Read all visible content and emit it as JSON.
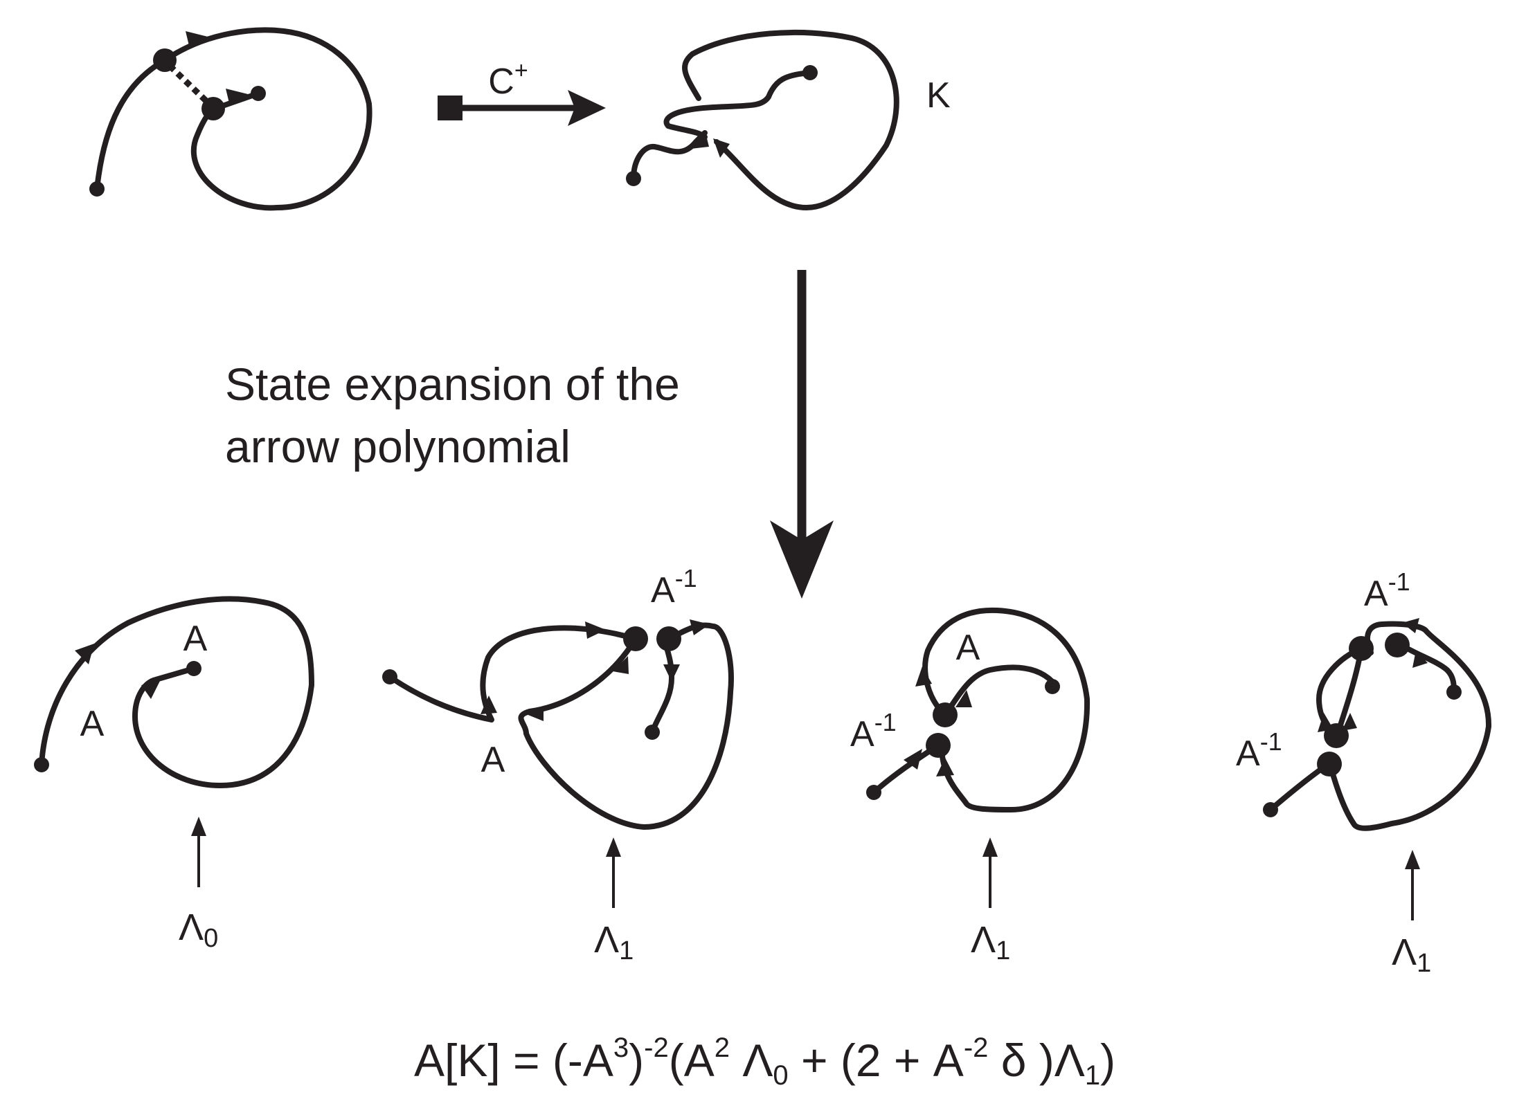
{
  "operation": {
    "label": "C",
    "superscript": "+"
  },
  "knot_label": "K",
  "caption": {
    "line1": "State expansion of the",
    "line2": "arrow polynomial"
  },
  "states": [
    {
      "weights": [
        "A",
        "A"
      ],
      "result": {
        "symbol": "Λ",
        "sub": "0"
      }
    },
    {
      "weights": [
        "A",
        "A",
        "-1"
      ],
      "result": {
        "symbol": "Λ",
        "sub": "1"
      }
    },
    {
      "weights": [
        "A",
        "A",
        "-1"
      ],
      "result": {
        "symbol": "Λ",
        "sub": "1"
      }
    },
    {
      "weights": [
        "A",
        "-1",
        "A",
        "-1"
      ],
      "result": {
        "symbol": "Λ",
        "sub": "1"
      }
    }
  ],
  "formula": {
    "lhs": "A[K] = (-A",
    "e1": "3",
    "p1": ")",
    "e2": "-2",
    "p2": "(A",
    "e3": "2",
    "p3": " Λ",
    "s1": "0",
    "p4": " + (2 + A",
    "e4": "-2",
    "p5": " δ )Λ",
    "s2": "1",
    "p6": ")"
  }
}
